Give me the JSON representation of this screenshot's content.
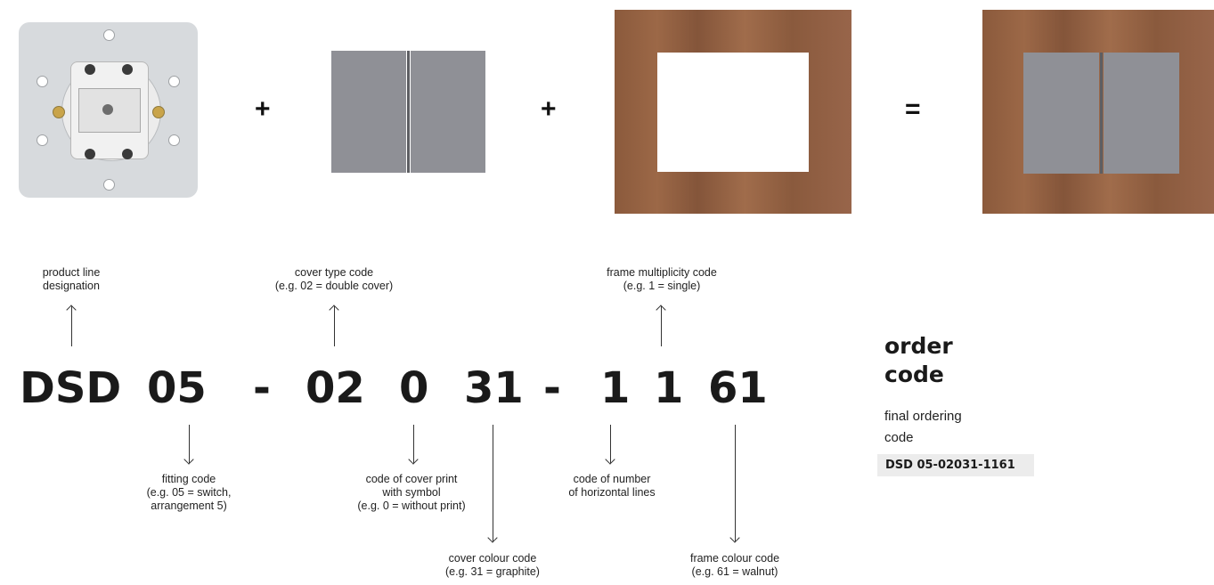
{
  "operators": {
    "plus1": "+",
    "plus2": "+",
    "equals": "="
  },
  "code_segments": {
    "product_line": "DSD",
    "fitting": "05",
    "dash1": "-",
    "cover_type": "02",
    "cover_print": "0",
    "cover_colour": "31",
    "dash2": "-",
    "frame_multiplicity": "1",
    "horizontal_lines": "1",
    "frame_colour": "61"
  },
  "labels": {
    "product_line": {
      "line1": "product line",
      "line2": "designation"
    },
    "cover_type": {
      "line1": "cover type code",
      "line2": "(e.g. 02 = double cover)"
    },
    "frame_multiplicity": {
      "line1": "frame multiplicity code",
      "line2": "(e.g. 1 = single)"
    },
    "fitting": {
      "line1": "fitting code",
      "line2": "(e.g. 05 = switch,",
      "line3": "arrangement 5)"
    },
    "cover_print": {
      "line1": "code of cover print",
      "line2": "with symbol",
      "line3": "(e.g. 0 = without print)"
    },
    "horizontal_lines": {
      "line1": "code of number",
      "line2": "of horizontal lines"
    },
    "cover_colour": {
      "line1": "cover colour code",
      "line2": "(e.g. 31 = graphite)"
    },
    "frame_colour": {
      "line1": "frame colour code",
      "line2": "(e.g. 61 = walnut)"
    }
  },
  "order": {
    "title_line1": "order",
    "title_line2": "code",
    "desc_line1": "final ordering",
    "desc_line2": "code",
    "final_code": "DSD 05-02031-1161"
  },
  "colors": {
    "cover": "#8f9096",
    "wood": "#8b5a3c",
    "mechanism": "#d7dadd",
    "badge": "#ececec"
  }
}
